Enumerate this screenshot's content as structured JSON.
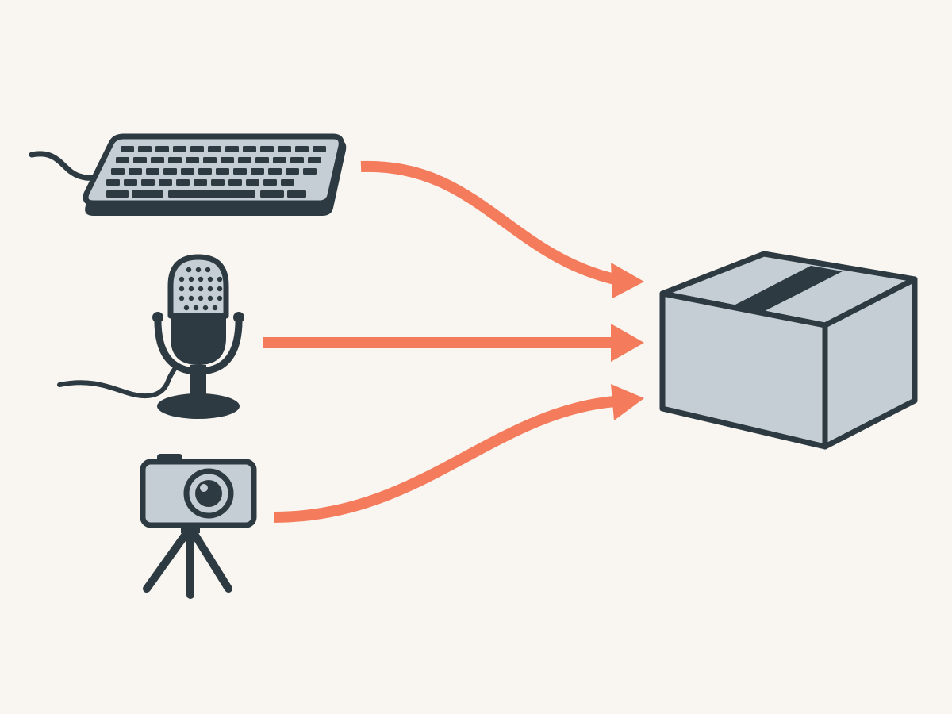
{
  "diagram": {
    "type": "input-to-container",
    "sources": [
      {
        "id": "keyboard",
        "icon": "keyboard-icon"
      },
      {
        "id": "microphone",
        "icon": "microphone-icon"
      },
      {
        "id": "camera",
        "icon": "camera-icon"
      }
    ],
    "target": {
      "id": "box",
      "icon": "box-icon"
    },
    "edges": [
      {
        "from": "keyboard",
        "to": "box"
      },
      {
        "from": "microphone",
        "to": "box"
      },
      {
        "from": "camera",
        "to": "box"
      }
    ]
  },
  "colors": {
    "background": "#f9f6f1",
    "outline": "#2d3a42",
    "fill": "#c5ced4",
    "arrow": "#f47c5c"
  }
}
